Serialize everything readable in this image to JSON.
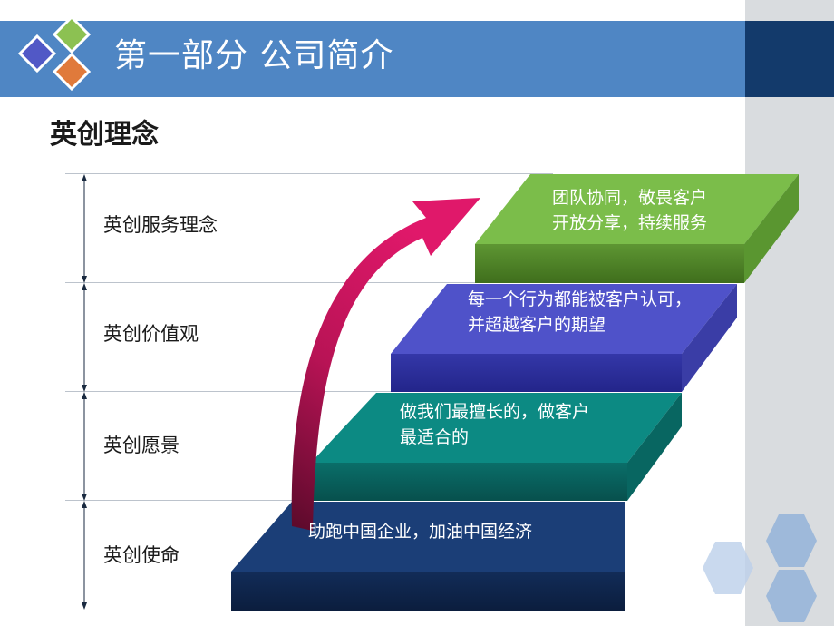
{
  "header": {
    "title": "第一部分  公司简介"
  },
  "section_title": "英创理念",
  "categories": [
    {
      "label": "英创服务理念"
    },
    {
      "label": "英创价值观"
    },
    {
      "label": "英创愿景"
    },
    {
      "label": "英创使命"
    }
  ],
  "steps": [
    {
      "lines": [
        "团队协同，敬畏客户",
        "开放分享，持续服务"
      ],
      "color": "#7bbd4a"
    },
    {
      "lines": [
        "每一个行为都能被客户认可，",
        "并超越客户的期望"
      ],
      "color": "#4f52c9"
    },
    {
      "lines": [
        "做我们最擅长的，做客户",
        "最适合的"
      ],
      "color": "#0c8a83"
    },
    {
      "lines": [
        "助跑中国企业，加油中国经济"
      ],
      "color": "#1b3e77"
    }
  ],
  "colors": {
    "header_bar": "#4f86c4",
    "arrow": "#c8145a",
    "logo_blue": "#5158c6",
    "logo_green": "#8cc152",
    "logo_orange": "#e07a3b"
  }
}
